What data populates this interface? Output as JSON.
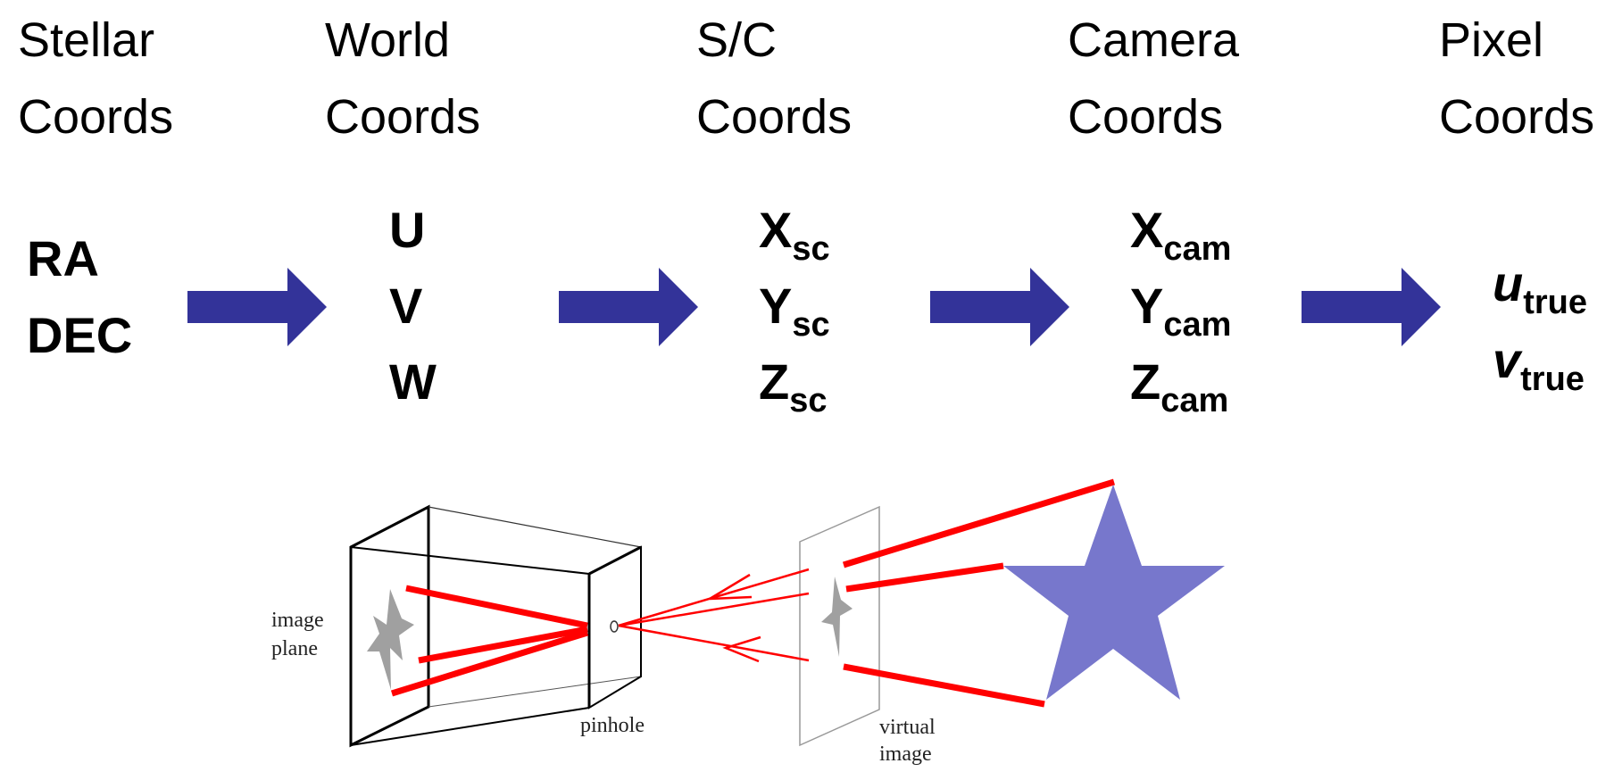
{
  "headers": [
    {
      "line1": "Stellar",
      "line2": "Coords"
    },
    {
      "line1": "World",
      "line2": "Coords"
    },
    {
      "line1": "S/C",
      "line2": "Coords"
    },
    {
      "line1": "Camera",
      "line2": "Coords"
    },
    {
      "line1": "Pixel",
      "line2": "Coords"
    }
  ],
  "stellar": {
    "ra": "RA",
    "dec": "DEC"
  },
  "world": {
    "u": "U",
    "v": "V",
    "w": "W"
  },
  "spacecraft": {
    "x": "X",
    "y": "Y",
    "z": "Z",
    "sub": "sc"
  },
  "camera": {
    "x": "X",
    "y": "Y",
    "z": "Z",
    "sub": "cam"
  },
  "pixel": {
    "u": "u",
    "v": "v",
    "sub": "true"
  },
  "colors": {
    "arrow": "#333399",
    "ray": "#ff0000",
    "star": "#7777cc",
    "image_star": "#a0a0a0"
  },
  "illustration": {
    "image_plane_line1": "image",
    "image_plane_line2": "plane",
    "pinhole": "pinhole",
    "virtual_line1": "virtual",
    "virtual_line2": "image"
  }
}
